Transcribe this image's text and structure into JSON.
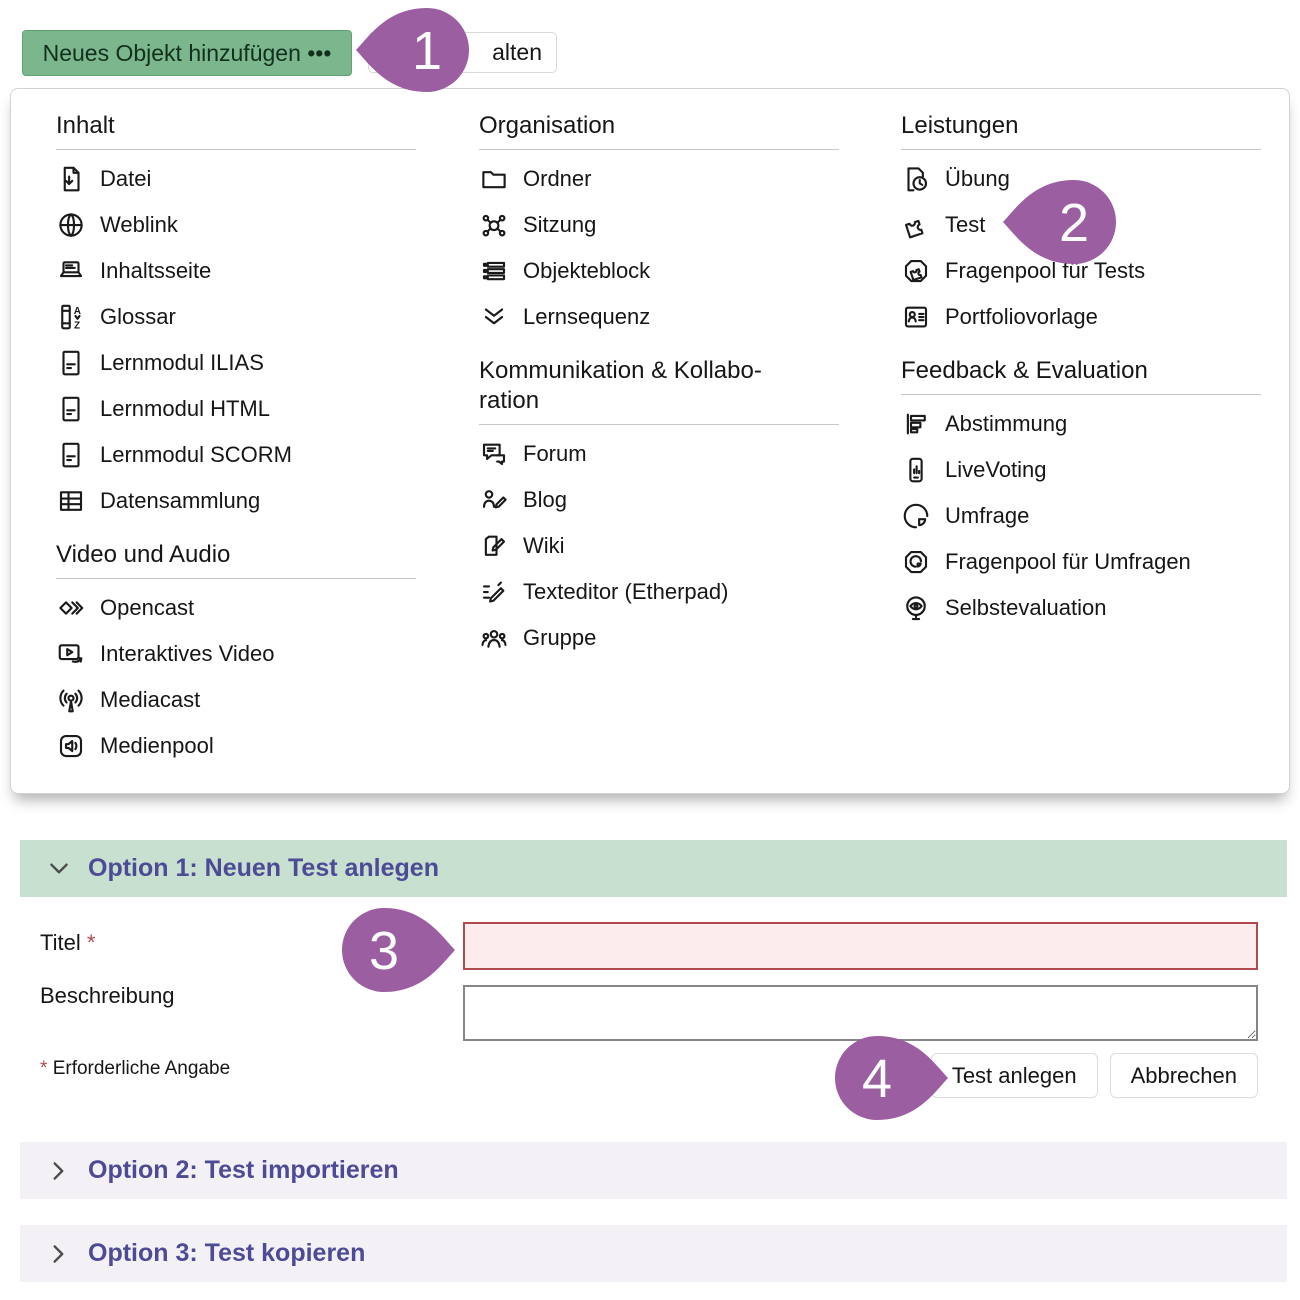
{
  "toolbar": {
    "add_object_label": "Neues Objekt hinzufügen •••",
    "partial_button_label": "alten"
  },
  "callouts": {
    "step1": "1",
    "step2": "2",
    "step3": "3",
    "step4": "4"
  },
  "menu": {
    "columns": [
      {
        "sections": [
          {
            "title": "Inhalt",
            "items": [
              {
                "icon": "file-download-icon",
                "label": "Datei"
              },
              {
                "icon": "globe-icon",
                "label": "Weblink"
              },
              {
                "icon": "content-page-icon",
                "label": "Inhaltsseite"
              },
              {
                "icon": "glossary-icon",
                "label": "Glossar"
              },
              {
                "icon": "learning-module-icon",
                "label": "Lernmodul ILIAS"
              },
              {
                "icon": "learning-module-icon",
                "label": "Lernmodul HTML"
              },
              {
                "icon": "learning-module-icon",
                "label": "Lernmodul SCORM"
              },
              {
                "icon": "data-table-icon",
                "label": "Datensammlung"
              }
            ]
          },
          {
            "title": "Video und Audio",
            "items": [
              {
                "icon": "opencast-icon",
                "label": "Opencast"
              },
              {
                "icon": "interactive-video-icon",
                "label": "Interaktives Video"
              },
              {
                "icon": "broadcast-icon",
                "label": "Mediacast"
              },
              {
                "icon": "media-pool-icon",
                "label": "Medienpool"
              }
            ]
          }
        ]
      },
      {
        "sections": [
          {
            "title": "Organisation",
            "items": [
              {
                "icon": "folder-icon",
                "label": "Ordner"
              },
              {
                "icon": "session-icon",
                "label": "Sitzung"
              },
              {
                "icon": "object-block-icon",
                "label": "Objekteblock"
              },
              {
                "icon": "learning-sequence-icon",
                "label": "Lernsequenz"
              }
            ]
          },
          {
            "title": "Kommunikation & Kollabo-\nration",
            "items": [
              {
                "icon": "forum-icon",
                "label": "Forum"
              },
              {
                "icon": "blog-icon",
                "label": "Blog"
              },
              {
                "icon": "wiki-icon",
                "label": "Wiki"
              },
              {
                "icon": "text-editor-icon",
                "label": "Texteditor (Etherpad)"
              },
              {
                "icon": "group-icon",
                "label": "Gruppe"
              }
            ]
          }
        ]
      },
      {
        "sections": [
          {
            "title": "Leistungen",
            "items": [
              {
                "icon": "exercise-icon",
                "label": "Übung"
              },
              {
                "icon": "test-puzzle-icon",
                "label": "Test"
              },
              {
                "icon": "question-pool-test-icon",
                "label": "Fragenpool für Tests"
              },
              {
                "icon": "portfolio-template-icon",
                "label": "Portfoliovorlage"
              }
            ]
          },
          {
            "title": "Feedback & Evaluation",
            "items": [
              {
                "icon": "poll-icon",
                "label": "Abstimmung"
              },
              {
                "icon": "live-voting-icon",
                "label": "LiveVoting"
              },
              {
                "icon": "survey-icon",
                "label": "Umfrage"
              },
              {
                "icon": "question-pool-survey-icon",
                "label": "Fragenpool für Umfragen"
              },
              {
                "icon": "self-evaluation-icon",
                "label": "Selbstevaluation"
              }
            ]
          }
        ]
      }
    ]
  },
  "form": {
    "option1_title": "Option 1: Neuen Test anlegen",
    "title_label": "Titel",
    "required_star": "*",
    "title_value": "",
    "description_label": "Beschreibung",
    "description_value": "",
    "footnote_text": "Erforderliche Angabe",
    "create_button": "Test anlegen",
    "cancel_button": "Abbrechen",
    "option2_title": "Option 2: Test importieren",
    "option3_title": "Option 3: Test kopieren"
  },
  "colors": {
    "primary_button_green": "#7cb68c",
    "option1_band_green": "#c7e0cf",
    "option_band_lavender": "#f3f1f6",
    "option_title_purple": "#4d4a96",
    "callout_purple": "#9b5ea1",
    "required_red": "#b2494f",
    "error_field_pink": "#fcecee"
  }
}
